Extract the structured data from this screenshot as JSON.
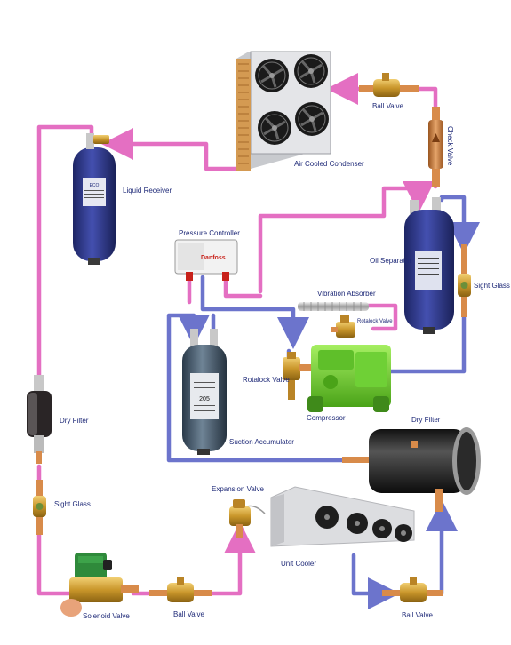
{
  "labels": {
    "air_cooled_condenser": "Air Cooled Condenser",
    "ball_valve_top": "Ball Valve",
    "check_valve": "Check Valve",
    "liquid_receiver": "Liquid Receiver",
    "pressure_controller": "Pressure Controller",
    "oil_separator": "Oil Separator",
    "sight_glass_right": "Sight Glass",
    "vibration_absorber": "Vibration Absorber",
    "rotalock_valve_small": "Rotalock Valve",
    "rotalock_valve": "Rotalock Valve",
    "compressor": "Compressor",
    "dry_filter_right": "Dry Filter",
    "dry_filter_left": "Dry Filter",
    "suction_accumulator": "Suction Accumulater",
    "sight_glass_left": "Sight Glass",
    "expansion_valve": "Expansion Valve",
    "unit_cooler": "Unit Cooler",
    "solenoid_valve": "Solenoid Valve",
    "ball_valve_bottom_left": "Ball Valve",
    "ball_valve_bottom_right": "Ball Valve"
  },
  "component_text": {
    "accumulator_model": "205",
    "receiver_brand": "ECO",
    "pressure_brand": "Danfoss"
  },
  "colors": {
    "hot_line": "#e46fc2",
    "cold_line": "#6c74cc",
    "label_text": "#1f2a78",
    "tank_blue": "#2f3a8c",
    "brass": "#c9962a",
    "copper": "#c77a3c",
    "compressor_green": "#79d23a",
    "condenser_gray": "#d9dade"
  },
  "icons": {
    "ball_valve": "ball-valve-icon",
    "sight_glass": "sight-glass-icon",
    "filter": "dry-filter-icon",
    "fan": "fan-icon"
  }
}
